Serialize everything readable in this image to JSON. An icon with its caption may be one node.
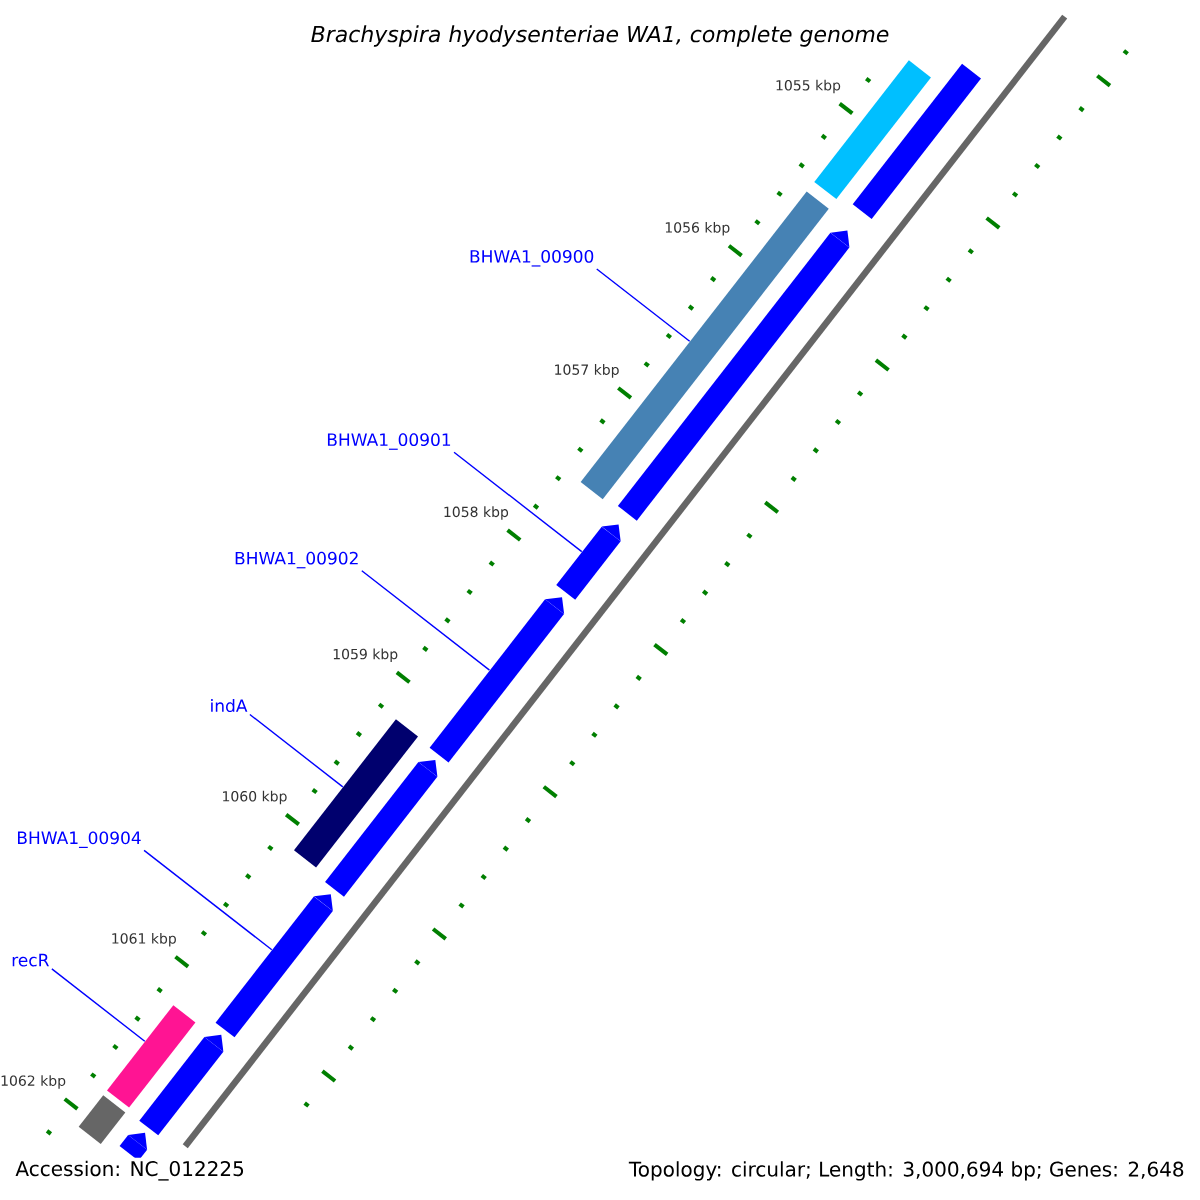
{
  "diagram": {
    "title": "Brachyspira hyodysenteriae WA1, complete genome",
    "nodes": [
      {
        "text": [
          "BHWA1_00900"
        ]
      },
      {
        "text": [
          "BHWA1_00901"
        ]
      },
      {
        "text": [
          "BHWA1_00902"
        ]
      },
      {
        "text": [
          "indA"
        ]
      },
      {
        "text": [
          "BHWA1_00904"
        ]
      },
      {
        "text": [
          "recR"
        ]
      },
      {
        "text": [],
        "shape": "bar"
      },
      {
        "text": [],
        "shape": "bar"
      },
      {
        "text": [],
        "shape": "bar"
      },
      {
        "text": [],
        "shape": "pentagon"
      },
      {
        "text": [],
        "shape": "pentagon"
      },
      {
        "text": [],
        "shape": "pentagon"
      },
      {
        "text": [],
        "shape": "bar"
      },
      {
        "text": [],
        "shape": "pentagon"
      },
      {
        "text": [],
        "shape": "pentagon"
      },
      {
        "text": [],
        "shape": "pentagon"
      },
      {
        "text": [],
        "shape": "bar"
      },
      {
        "text": [],
        "shape": "bar"
      },
      {
        "text": [],
        "shape": "pentagon"
      }
    ],
    "edges": [
      {
        "from": 0,
        "to": 8,
        "arrow": "none"
      },
      {
        "from": 1,
        "to": 10,
        "arrow": "none"
      },
      {
        "from": 2,
        "to": 11,
        "arrow": "none"
      },
      {
        "from": 3,
        "to": 12,
        "arrow": "none"
      },
      {
        "from": 4,
        "to": 14,
        "arrow": "none"
      },
      {
        "from": 5,
        "to": 16,
        "arrow": "none"
      }
    ],
    "labels": [
      "1055 kbp",
      "1056 kbp",
      "1057 kbp",
      "1058 kbp",
      "1059 kbp",
      "1060 kbp",
      "1061 kbp",
      "1062 kbp",
      "Accession: NC_012225",
      "Topology: circular; Length: 3,000,694 bp; Genes: 2,648"
    ]
  }
}
